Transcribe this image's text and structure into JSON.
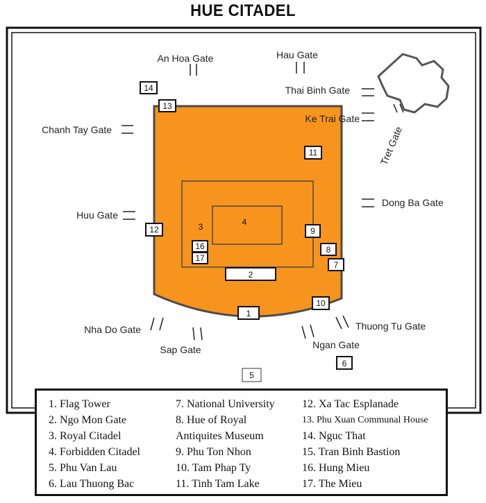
{
  "title": "HUE CITADEL",
  "gates": {
    "an_hoa": "An Hoa Gate",
    "hau": "Hau Gate",
    "thai_binh": "Thai Binh Gate",
    "ke_trai": "Ke Trai Gate",
    "chanh_tay": "Chanh Tay Gate",
    "tret": "Tret Gate",
    "huu": "Huu Gate",
    "dong_ba": "Dong Ba Gate",
    "nha_do": "Nha Do Gate",
    "thuong_tu": "Thuong Tu Gate",
    "sap": "Sap Gate",
    "ngan": "Ngan Gate"
  },
  "markers": {
    "m1": "1",
    "m2": "2",
    "m3": "3",
    "m4": "4",
    "m5": "5",
    "m6": "6",
    "m7": "7",
    "m8": "8",
    "m9": "9",
    "m10": "10",
    "m11": "11",
    "m12": "12",
    "m13": "13",
    "m14": "14",
    "m16": "16",
    "m17": "17"
  },
  "legend": {
    "col1": [
      "1. Flag Tower",
      "2. Ngo Mon Gate",
      "3. Royal Citadel",
      "4. Forbidden Citadel",
      "5. Phu Van Lau",
      "6. Lau Thuong Bac"
    ],
    "col2": [
      "7. National University",
      "8. Hue of Royal",
      "Antiquites Museum",
      "9. Phu Ton Nhon",
      "10. Tam Phap Ty",
      "11. Tinh Tam Lake"
    ],
    "col3": [
      "12. Xa Tac Esplanade",
      "13. Phu Xuan Communal House",
      "14. Nguc That",
      "15. Tran Binh Bastion",
      "16. Hung Mieu",
      "17. The Mieu"
    ]
  },
  "colors": {
    "citadel_fill": "#f7941d",
    "outline": "#4a4a4a",
    "wall": "#111111"
  }
}
